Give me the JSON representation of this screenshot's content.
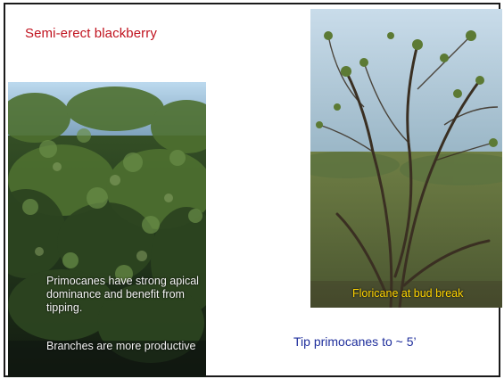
{
  "slide": {
    "title": "Semi-erect blackberry",
    "left_photo": {
      "caption_line1": "Primocanes have strong apical dominance and benefit from tipping.",
      "caption_line2": "Branches are more productive"
    },
    "right_photo": {
      "caption": "Floricane at bud break"
    },
    "note": "Tip primocanes to ~ 5’"
  },
  "colors": {
    "title": "#c0121e",
    "right_caption": "#ffd400",
    "note": "#1f2f9c"
  }
}
